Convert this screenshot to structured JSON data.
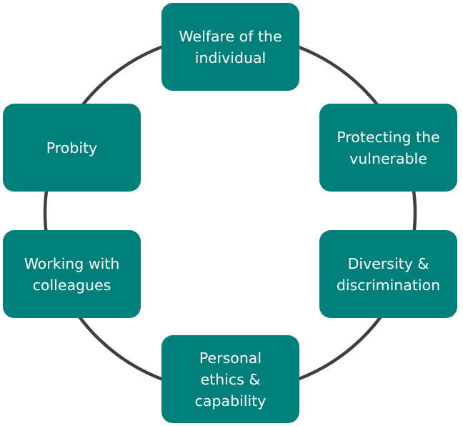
{
  "diagram": {
    "type": "cycle",
    "ring_color": "#3f3f3f",
    "node_color": "#007f7b",
    "text_color": "#ffffff",
    "nodes": [
      {
        "label": "Welfare of the\nindividual"
      },
      {
        "label": "Protecting the\nvulnerable"
      },
      {
        "label": "Diversity &\ndiscrimination"
      },
      {
        "label": "Personal\nethics &\ncapability"
      },
      {
        "label": "Working with\ncolleagues"
      },
      {
        "label": "Probity"
      }
    ]
  }
}
